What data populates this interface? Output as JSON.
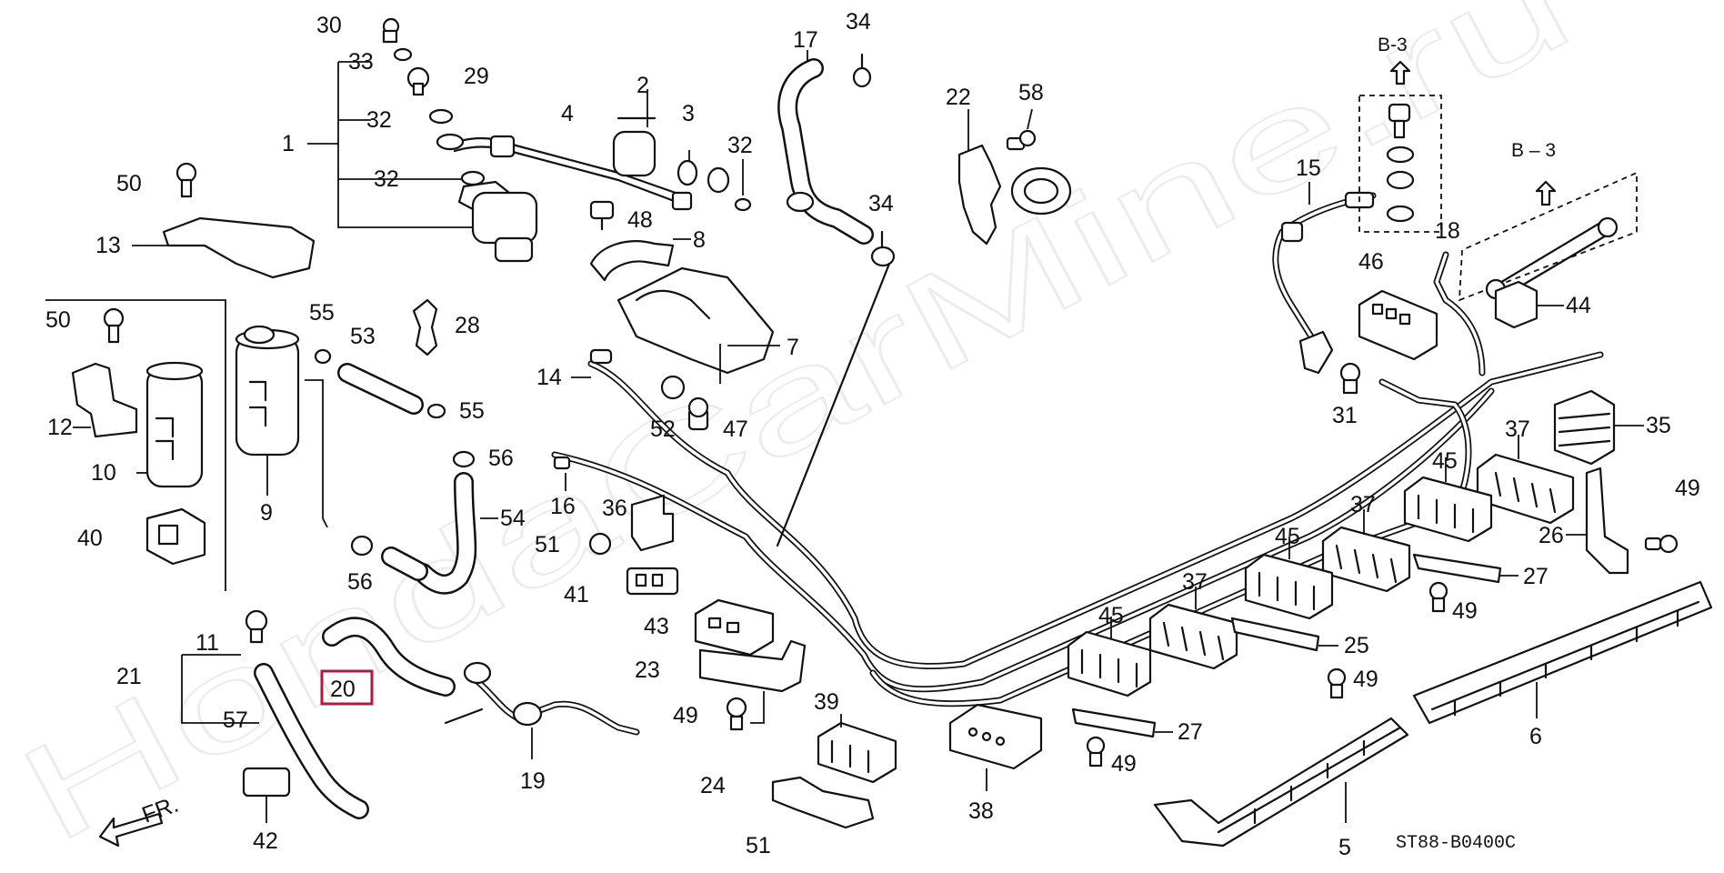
{
  "watermark": "HondaCarMine.ru",
  "diagram_code": "ST88-B0400C",
  "front_label": "FR.",
  "refs": {
    "b3_a": "B-3",
    "b3_b": "B – 3"
  },
  "highlighted_part": "20",
  "callouts": {
    "p1": "1",
    "p2": "2",
    "p3": "3",
    "p4": "4",
    "p5": "5",
    "p6": "6",
    "p7": "7",
    "p8": "8",
    "p9": "9",
    "p10": "10",
    "p11": "11",
    "p12": "12",
    "p13": "13",
    "p14": "14",
    "p15": "15",
    "p16": "16",
    "p17": "17",
    "p18": "18",
    "p19": "19",
    "p20": "20",
    "p21": "21",
    "p22": "22",
    "p23": "23",
    "p24": "24",
    "p25": "25",
    "p26": "26",
    "p27a": "27",
    "p27b": "27",
    "p28": "28",
    "p29": "29",
    "p30": "30",
    "p31": "31",
    "p32a": "32",
    "p32b": "32",
    "p32c": "32",
    "p33": "33",
    "p34a": "34",
    "p34b": "34",
    "p35": "35",
    "p36": "36",
    "p37a": "37",
    "p37b": "37",
    "p37c": "37",
    "p38": "38",
    "p39": "39",
    "p40": "40",
    "p41": "41",
    "p42": "42",
    "p43": "43",
    "p44": "44",
    "p45a": "45",
    "p45b": "45",
    "p45c": "45",
    "p46": "46",
    "p47": "47",
    "p48": "48",
    "p49a": "49",
    "p49b": "49",
    "p49c": "49",
    "p49d": "49",
    "p49e": "49",
    "p50a": "50",
    "p50b": "50",
    "p51a": "51",
    "p51b": "51",
    "p52": "52",
    "p53": "53",
    "p54": "54",
    "p55a": "55",
    "p55b": "55",
    "p56a": "56",
    "p56b": "56",
    "p57": "57",
    "p58": "58"
  }
}
